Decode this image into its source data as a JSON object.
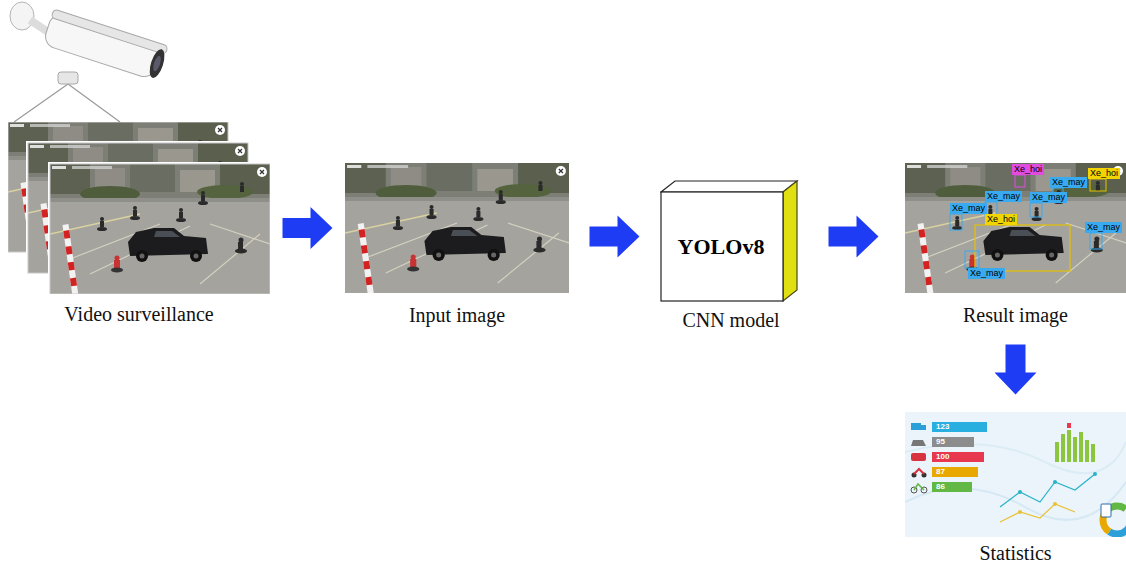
{
  "diagram": {
    "nodes": [
      {
        "text": [
          "Video surveillance"
        ]
      },
      {
        "text": [
          "Input image"
        ]
      },
      {
        "text": [
          "YOLOv8",
          "CNN model"
        ]
      },
      {
        "text": [
          "Result image"
        ]
      },
      {
        "text": [
          "Statistics"
        ]
      }
    ],
    "edges": [
      {
        "from": 0,
        "to": 1,
        "arrow": "to"
      },
      {
        "from": 1,
        "to": 2,
        "arrow": "to"
      },
      {
        "from": 2,
        "to": 3,
        "arrow": "to"
      },
      {
        "from": 3,
        "to": 4,
        "arrow": "to"
      }
    ],
    "labels": [
      "Xe_hoi",
      "Xe_hoi",
      "Xe_hoi",
      "Xe_may",
      "Xe_may",
      "Xe_may",
      "Xe_may",
      "Xe_may",
      "Xe_may",
      "123",
      "95",
      "100",
      "87",
      "86"
    ]
  }
}
